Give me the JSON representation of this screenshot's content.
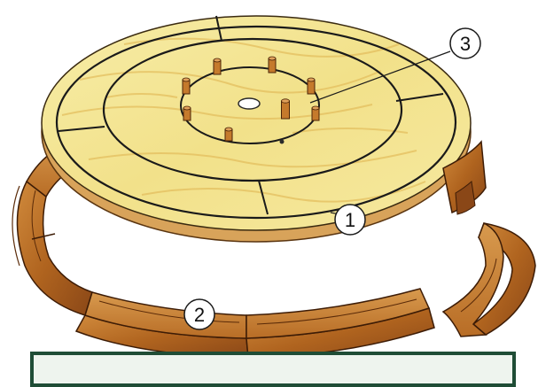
{
  "diagram": {
    "callouts": [
      {
        "id": "1",
        "label": "1"
      },
      {
        "id": "2",
        "label": "2"
      },
      {
        "id": "3",
        "label": "3"
      }
    ],
    "colors": {
      "board_face": "#f3e79a",
      "board_edge": "#d8a35a",
      "board_grain": "#e6c46a",
      "track_line": "#1a1a1a",
      "wood_dark": "#7a3d12",
      "wood_mid": "#b0641f",
      "wood_light": "#d08a3c",
      "peg": "#c57a2c",
      "caption_border": "#1f4d36",
      "caption_fill": "#eef4ee"
    },
    "caption": {
      "text": ""
    }
  }
}
